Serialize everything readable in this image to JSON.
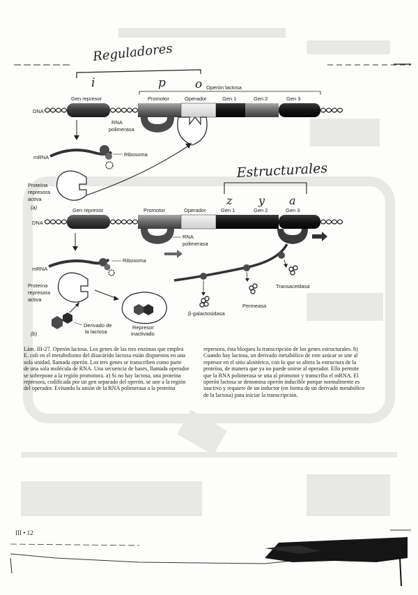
{
  "handwritten": {
    "reguladores": "Reguladores",
    "letters_top": [
      "i",
      "p",
      "o"
    ],
    "estructurales": "Estructurales",
    "letters_mid": [
      "z",
      "y",
      "a"
    ]
  },
  "panel_a": {
    "operon_title": "Operón lactosa",
    "labels": {
      "gen_represor": "Gen represor",
      "promotor": "Promotor",
      "operador": "Operador",
      "gen1": "Gen 1",
      "gen2": "Gen 2",
      "gen3": "Gen 3",
      "dna": "DNA",
      "rna_polimerasa_1": "RNA",
      "rna_polimerasa_2": "polimerasa",
      "mrna": "mRNA",
      "ribosoma": "Ribosoma",
      "proteina_1": "Proteína",
      "proteina_2": "represora",
      "proteina_3": "activa",
      "panel_letter": "(a)"
    }
  },
  "panel_b": {
    "labels": {
      "gen_represor": "Gen represor",
      "promotor": "Promotor",
      "operador": "Operador",
      "gen1": "Gen 1",
      "gen2": "Gen 2",
      "gen3": "Gen 3",
      "dna": "DNA",
      "rna_polimerasa_1": "RNA",
      "rna_polimerasa_2": "polimerasa",
      "mrna": "mRNA",
      "ribosoma": "Ribosoma",
      "proteina_1": "Proteína",
      "proteina_2": "represora",
      "proteina_3": "activa",
      "derivado_1": "Derivado de",
      "derivado_2": "la lactosa",
      "represor_1": "Represor",
      "represor_2": "inactivado",
      "transacetilasa": "Transacetilasa",
      "permeasa": "Permeasa",
      "galactosidasa": "β-galactosidasa",
      "panel_letter": "(b)"
    }
  },
  "caption": {
    "left": [
      "Lám. III-27. Operón lactosa. Los genes de las tres enzimas que emplea",
      "E. coli en el metabolismo del disacárido lactosa están dispuestos en una",
      "sola unidad, llamada operón. Los tres genes se transcriben como parte",
      "de una sola molécula de RNA. Una secuencia de bases, llamada operador",
      "se sobrepone a la región promotora. a) Si no hay lactosa, una proteína",
      "represora, codificada por un gen separado del operón, se une a la región",
      "del operador. Evitando la unión de la RNA polimerasa a la proteína"
    ],
    "right": [
      "represora, ésta bloquea la transcripción de los genes estructurales. b)",
      "Cuando hay lactosa, un derivado metabólico de este azúcar se une al",
      "represor en el sitio alostérico, con lo que se altera la estructura de la",
      "proteína, de manera que ya no puede unirse al operador. Ello permite",
      "que la RNA polimerasa se una al promotor y transcriba el mRNA. El",
      "operón lactosa se denomina operón inducible porque normalmente es",
      "inactivo y requiere de un inductor (en forma de un derivado metabólico",
      "de la lactosa) para iniciar la transcripción."
    ]
  },
  "footer": {
    "page_number": "III • 12"
  }
}
